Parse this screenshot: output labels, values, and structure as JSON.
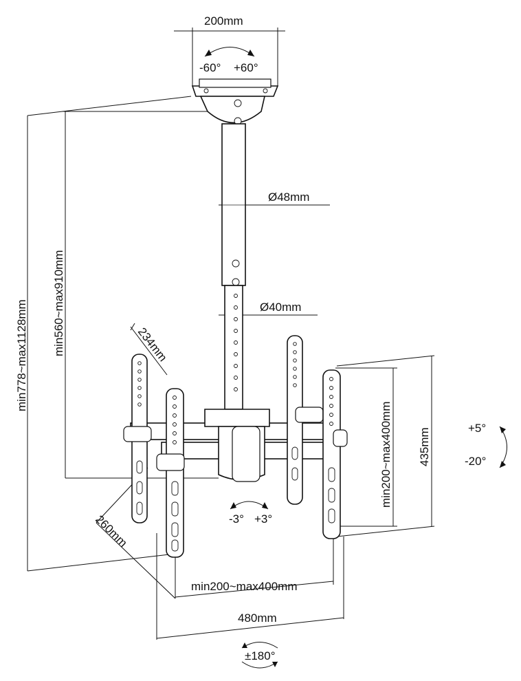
{
  "diagram": {
    "labels": {
      "top_plate_width": "200mm",
      "swivel_top_minus": "-60°",
      "swivel_top_plus": "+60°",
      "pole_upper_diameter": "Ø48mm",
      "pole_lower_diameter": "Ø40mm",
      "total_height_range": "min778~max1128mm",
      "pole_height_range": "min560~max910mm",
      "rear_depth": "234mm",
      "front_depth": "260mm",
      "vesa_vertical_range": "min200~max400mm",
      "bracket_height": "435mm",
      "tilt_plus": "+5°",
      "tilt_minus": "-20°",
      "level_minus": "-3°",
      "level_plus": "+3°",
      "vesa_horizontal_range": "min200~max400mm",
      "overall_width": "480mm",
      "rotation": "±180°"
    }
  }
}
